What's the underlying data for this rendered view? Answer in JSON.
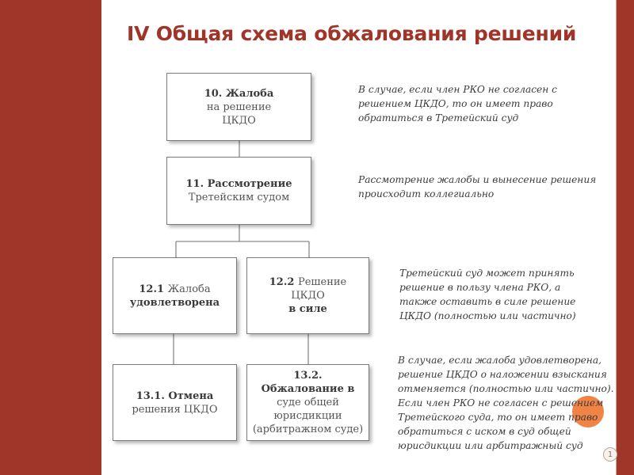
{
  "slide": {
    "title": "IV Общая схема обжалования решений",
    "page_number": "1"
  },
  "boxes": {
    "b10": {
      "bold": "10. Жалоба",
      "lines": [
        "на решение",
        "ЦКДО"
      ]
    },
    "b11": {
      "bold": "11. Рассмотрение",
      "lines": [
        "Третейским судом"
      ]
    },
    "b121": {
      "prefix": "12.1 ",
      "text": "Жалоба",
      "bold": "удовлетворена"
    },
    "b122": {
      "prefix": "12.2 ",
      "text": "Решение ЦКДО",
      "bold": "в силе"
    },
    "b131": {
      "bold": "13.1. Отмена",
      "lines": [
        "решения ЦКДО"
      ]
    },
    "b132": {
      "bold": "13.2. Обжалование в",
      "lines": [
        "суде общей",
        "юрисдикции",
        "(арбитражном суде)"
      ]
    }
  },
  "notes": {
    "n1": [
      "В случае, если член РКО не согласен с",
      "решением ЦКДО, то он имеет право",
      "обратиться в Третейский суд"
    ],
    "n2": [
      "Рассмотрение жалобы и вынесение решения",
      "происходит коллегиально"
    ],
    "n3": [
      "Третейский суд может принять",
      "решение в пользу члена РКО, а",
      "также оставить в силе решение",
      "ЦКДО (полностью или частично)"
    ],
    "n4": [
      "В случае, если жалоба удовлетворена,",
      "решение ЦКДО о наложении взыскания",
      "отменяется (полностью или частично).",
      "Если член РКО не согласен с решением",
      "Третейского суда, то он имеет право",
      "обратиться с иском в суд общей",
      "юрисдикции или арбитражный суд"
    ]
  },
  "colors": {
    "background": "#a0352a",
    "title": "#a03428",
    "accent": "#f07c3a",
    "box_border": "#7a7a7a"
  }
}
